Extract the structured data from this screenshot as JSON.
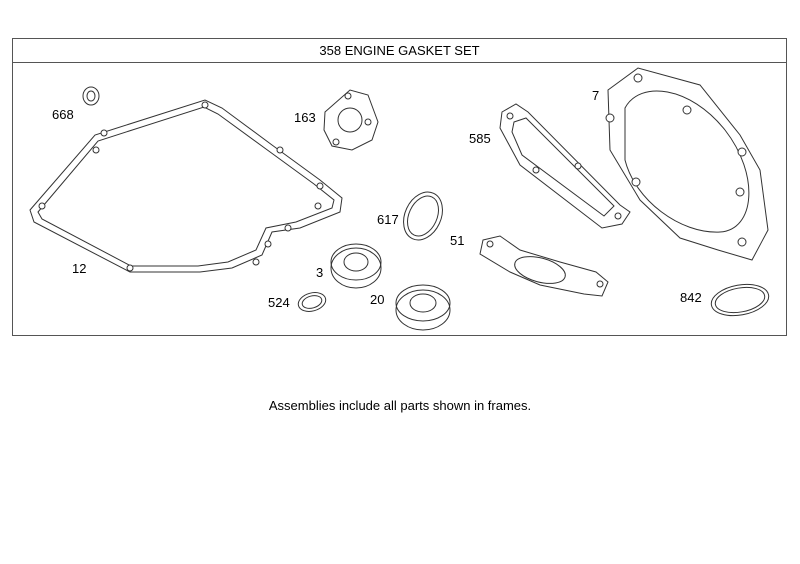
{
  "diagram": {
    "title": "358 ENGINE GASKET SET",
    "footnote": "Assemblies include all parts shown in frames.",
    "callouts": {
      "p668": "668",
      "p163": "163",
      "p7": "7",
      "p585": "585",
      "p12": "12",
      "p617": "617",
      "p51": "51",
      "p3": "3",
      "p524": "524",
      "p20": "20",
      "p842": "842"
    }
  }
}
